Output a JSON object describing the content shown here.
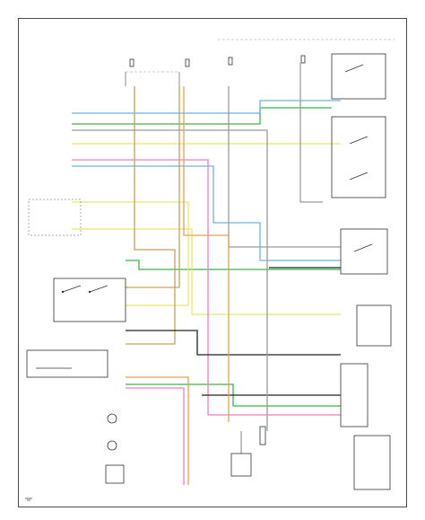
{
  "colors": {
    "frame": "#4a4a4a",
    "wire_green": "#3cb34a",
    "wire_yellow": "#e8e86a",
    "wire_tan": "#c4a25a",
    "wire_pink": "#f07cc8",
    "wire_blue": "#6fb1e8",
    "wire_black": "#222222",
    "wire_gray": "#9a9a9a",
    "wire_orange": "#e8a24c"
  },
  "wires": [
    {
      "name": "wire-green",
      "color_key": "wire_green"
    },
    {
      "name": "wire-yellow",
      "color_key": "wire_yellow"
    },
    {
      "name": "wire-tan",
      "color_key": "wire_tan"
    },
    {
      "name": "wire-pink",
      "color_key": "wire_pink"
    },
    {
      "name": "wire-blue",
      "color_key": "wire_blue"
    },
    {
      "name": "wire-black",
      "color_key": "wire_black"
    },
    {
      "name": "wire-gray",
      "color_key": "wire_gray"
    },
    {
      "name": "wire-orange",
      "color_key": "wire_orange"
    }
  ]
}
